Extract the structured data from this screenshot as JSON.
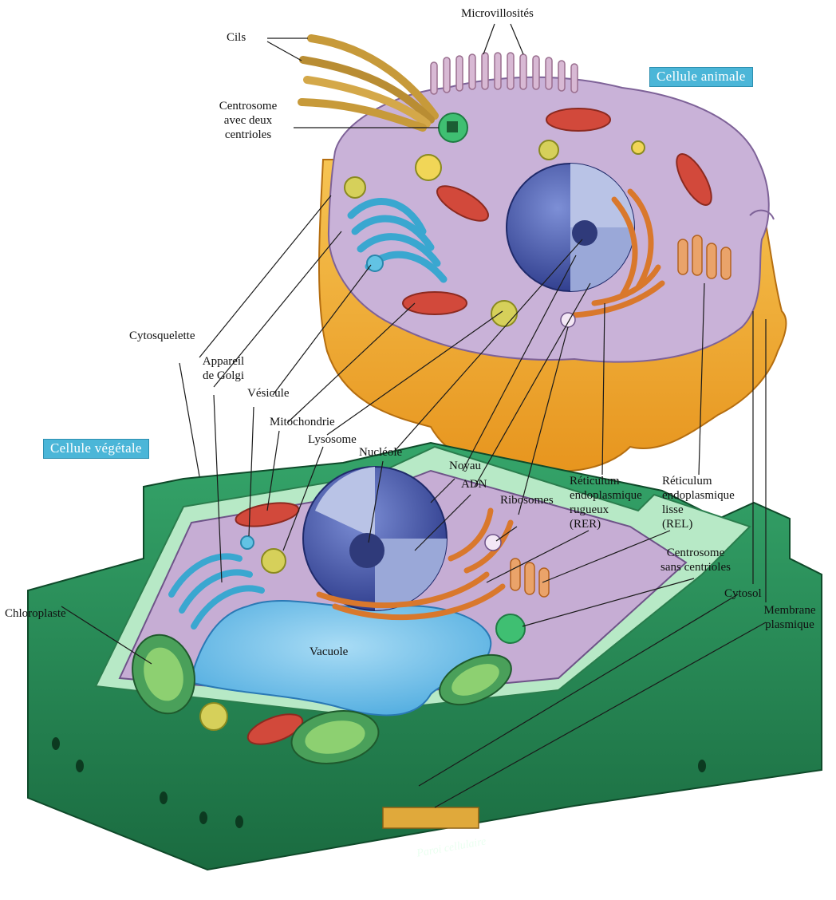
{
  "diagram": {
    "animal_cell_title": "Cellule animale",
    "plant_cell_title": "Cellule végétale",
    "labels": {
      "microvillosites": "Microvillosités",
      "cils": "Cils",
      "centrosome_centrioles": "Centrosome\navec deux\ncentrioles",
      "cytosquelette": "Cytosquelette",
      "appareil_golgi": "Appareil\nde Golgi",
      "vesicule": "Vésicule",
      "mitochondrie": "Mitochondrie",
      "lysosome": "Lysosome",
      "nucleole": "Nucléole",
      "noyau": "Noyau",
      "adn": "ADN",
      "ribosomes": "Ribosomes",
      "rer": "Réticulum\nendoplasmique\nrugueux\n(RER)",
      "rel": "Réticulum\nendoplasmique\nlisse\n(REL)",
      "centrosome_sans": "Centrosome\nsans centrioles",
      "cytosol": "Cytosol",
      "membrane": "Membrane\nplasmique",
      "chloroplaste": "Chloroplaste",
      "vacuole": "Vacuole",
      "paroi": "Paroi cellulaire"
    }
  }
}
